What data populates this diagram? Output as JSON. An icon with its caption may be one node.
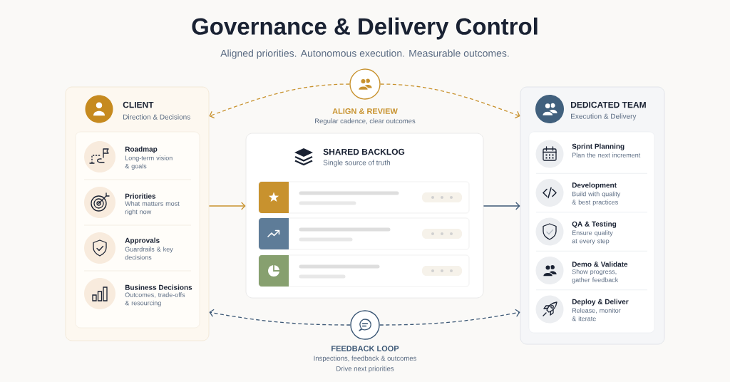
{
  "diagram": {
    "title": "Governance & Delivery Control",
    "nodes": [
      {
        "text": [
          "CLIENT",
          "Direction & Decisions"
        ]
      },
      {
        "text": [
          "Roadmap",
          "Long-term vision & goals"
        ],
        "in": 0
      },
      {
        "text": [
          "Priorities",
          "What matters most right now"
        ],
        "in": 0
      },
      {
        "text": [
          "Approvals",
          "Guardrails & key decisions"
        ],
        "in": 0
      },
      {
        "text": [
          "Business Decisions",
          "Outcomes, trade-offs & resourcing"
        ],
        "in": 0
      },
      {
        "text": [
          "ALIGN & REVIEW",
          "Regular cadence, clear outcomes"
        ]
      },
      {
        "text": [
          "SHARED BACKLOG",
          "Single source of truth"
        ]
      },
      {
        "text": [
          "DEDICATED TEAM",
          "Execution & Delivery"
        ]
      },
      {
        "text": [
          "Sprint Planning",
          "Plan the next increment"
        ],
        "in": 7
      },
      {
        "text": [
          "Development",
          "Build with quality & best practices"
        ],
        "in": 7
      },
      {
        "text": [
          "QA & Testing",
          "Ensure quality at every step"
        ],
        "in": 7
      },
      {
        "text": [
          "Demo & Validate",
          "Show progress, gather feedback"
        ],
        "in": 7
      },
      {
        "text": [
          "Deploy & Deliver",
          "Release, monitor & iterate"
        ],
        "in": 7
      },
      {
        "text": [
          "FEEDBACK LOOP",
          "Inspections, feedback & outcomes",
          "Drive next priorities"
        ]
      }
    ],
    "edges": [
      {
        "from": 0,
        "to": 6,
        "arrow": "to",
        "color": "#c8922e"
      },
      {
        "from": 6,
        "to": 7,
        "arrow": "to",
        "color": "#3b5775"
      },
      {
        "from": 5,
        "to": 0,
        "arrow": "to",
        "style": "dashed",
        "color": "#c8922e"
      },
      {
        "from": 5,
        "to": 7,
        "arrow": "to",
        "style": "dashed",
        "color": "#c8922e"
      },
      {
        "from": 13,
        "to": 0,
        "arrow": "to",
        "style": "dashed",
        "color": "#3b5775"
      },
      {
        "from": 13,
        "to": 7,
        "arrow": "to",
        "style": "dashed",
        "color": "#3b5775"
      }
    ],
    "labels": [
      "Aligned priorities. Autonomous execution. Measurable outcomes."
    ]
  }
}
